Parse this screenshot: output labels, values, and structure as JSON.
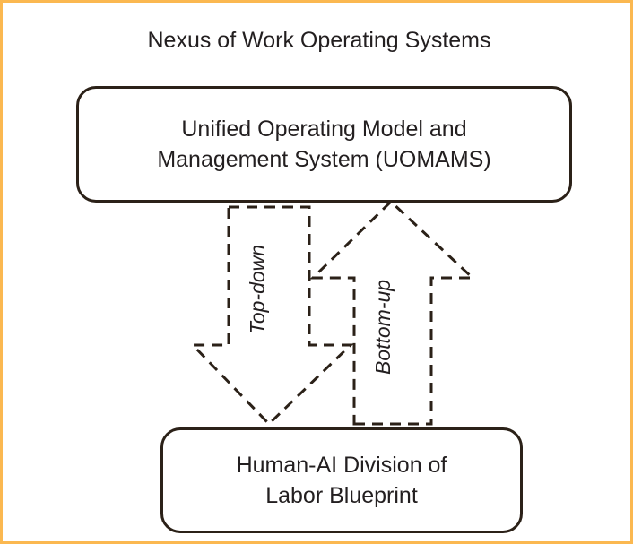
{
  "title": "Nexus of Work Operating Systems",
  "top_box": {
    "line1": "Unified Operating Model and",
    "line2": "Management System (UOMAMS)"
  },
  "bottom_box": {
    "line1": "Human-AI Division of",
    "line2": "Labor Blueprint"
  },
  "arrows": {
    "down_label": "Top-down",
    "up_label": "Bottom-up"
  },
  "colors": {
    "frame": "#fbb850",
    "stroke": "#2b2118"
  }
}
